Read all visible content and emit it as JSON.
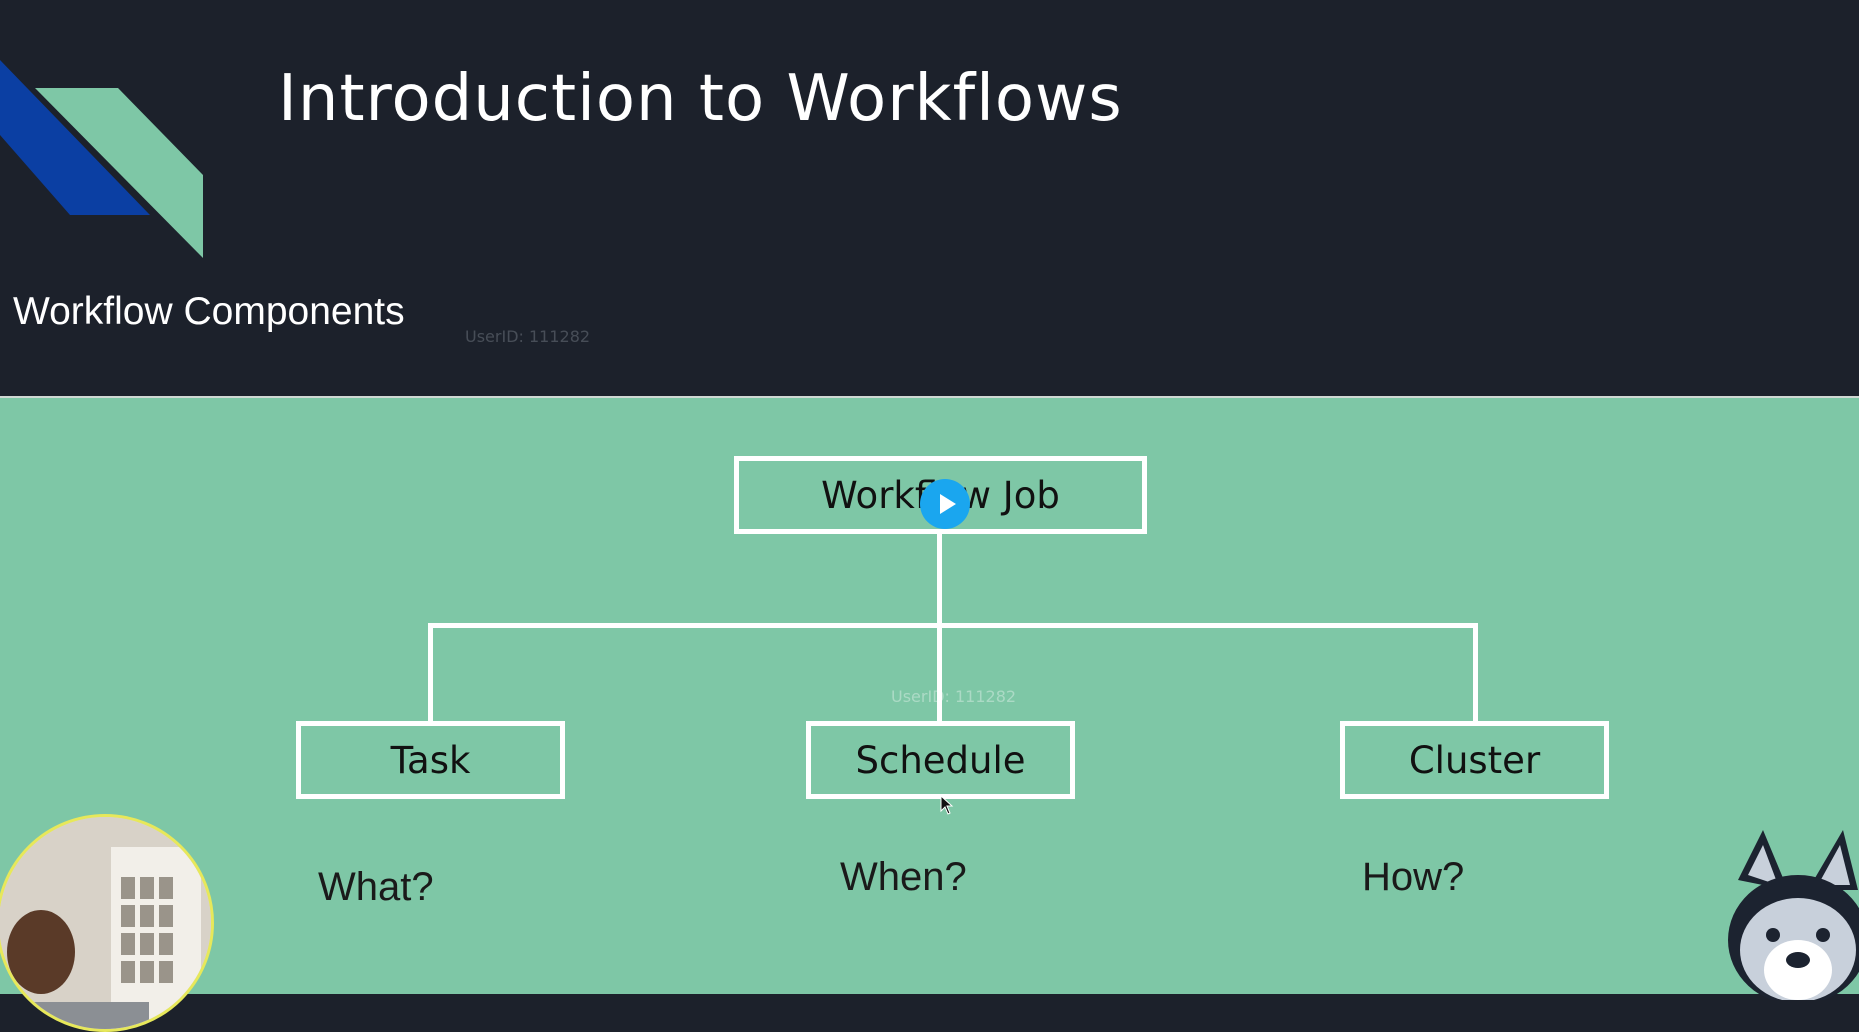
{
  "slide": {
    "title": "Introduction to Workflows",
    "subtitle": "Workflow Components",
    "watermark_text": "UserID: 111282",
    "colors": {
      "header_bg": "#1c212b",
      "body_bg": "#7ec7a6",
      "accent_blue": "#0b3fa3",
      "accent_green": "#7ec7a6",
      "play_button": "#1aa6ef"
    }
  },
  "diagram": {
    "root": "Workflow Job",
    "children": [
      {
        "label": "Task",
        "question": "What?"
      },
      {
        "label": "Schedule",
        "question": "When?"
      },
      {
        "label": "Cluster",
        "question": "How?"
      }
    ]
  },
  "overlay": {
    "play_icon": "play-icon",
    "presenter": "presenter-webcam",
    "mascot": "husky-mascot-icon"
  }
}
